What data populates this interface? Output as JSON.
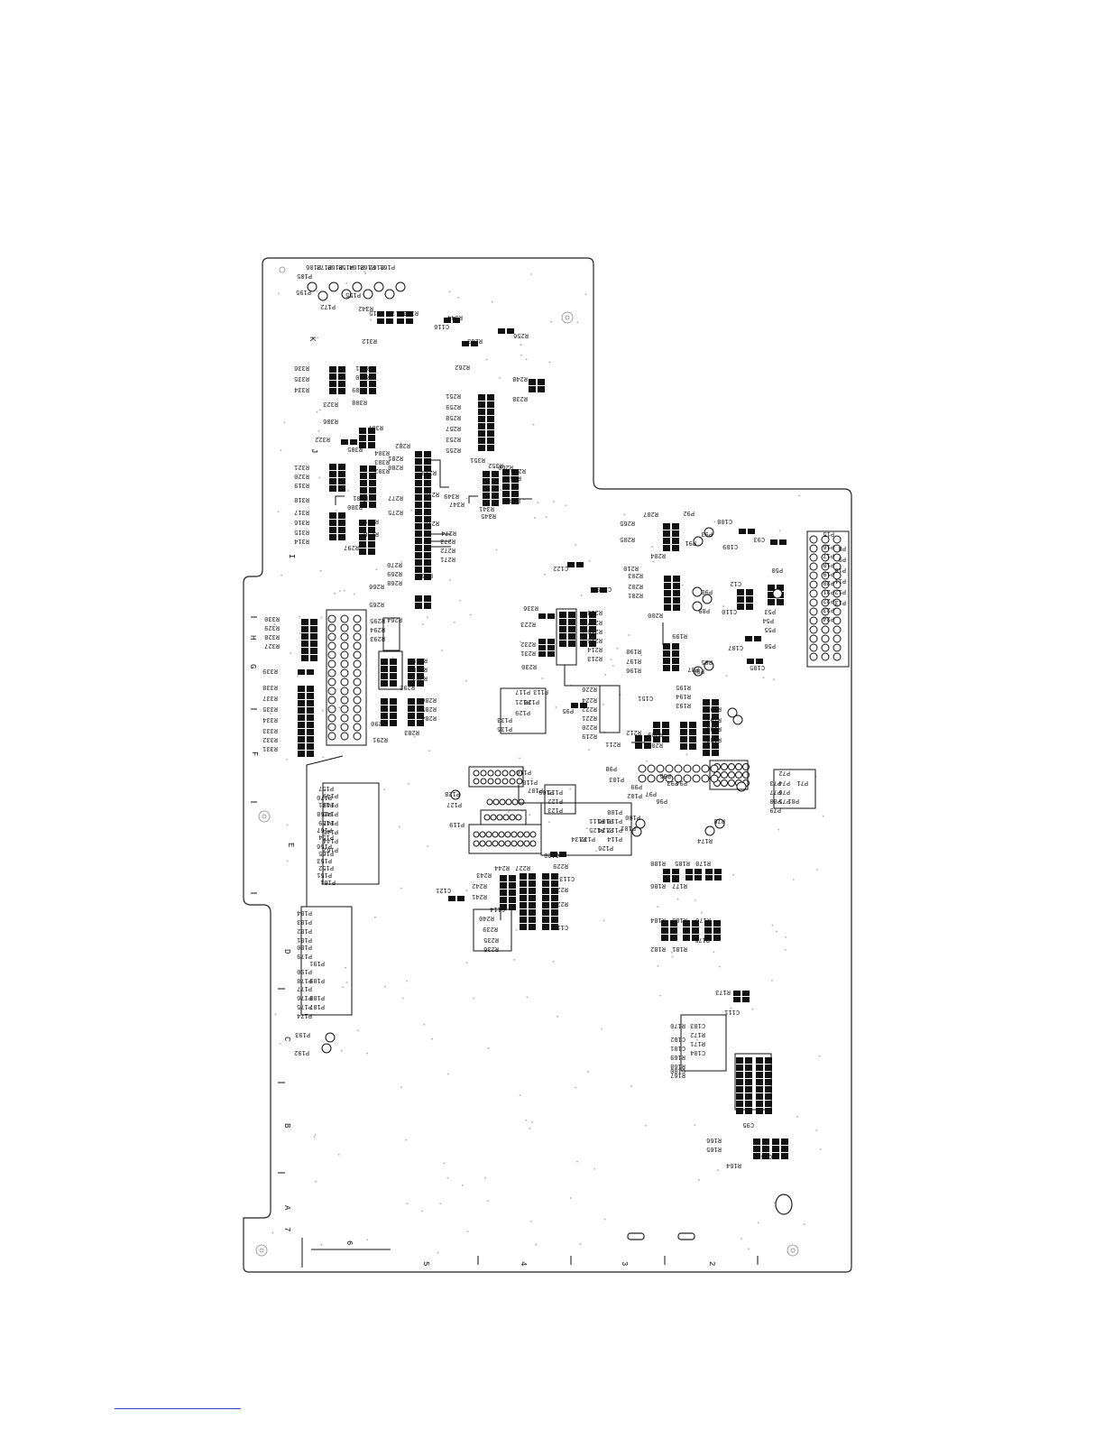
{
  "board": {
    "zone_letters": [
      "K",
      "J",
      "I",
      "H",
      "G",
      "F",
      "E",
      "D",
      "C",
      "B",
      "A"
    ],
    "zone_numbers": [
      "7",
      "6",
      "5",
      "4",
      "3",
      "2"
    ],
    "components": [
      {
        "ref": "P106"
      },
      {
        "ref": "P173"
      },
      {
        "ref": "P160"
      },
      {
        "ref": "P158"
      },
      {
        "ref": "P164"
      },
      {
        "ref": "P163"
      },
      {
        "ref": "P162"
      },
      {
        "ref": "P161"
      },
      {
        "ref": "P195"
      },
      {
        "ref": "P105"
      },
      {
        "ref": "P172"
      },
      {
        "ref": "P155"
      },
      {
        "ref": "R342"
      },
      {
        "ref": "C115"
      },
      {
        "ref": "C117"
      },
      {
        "ref": "R313"
      },
      {
        "ref": "R312"
      },
      {
        "ref": "R344"
      },
      {
        "ref": "C116"
      },
      {
        "ref": "R263"
      },
      {
        "ref": "R262"
      },
      {
        "ref": "R256"
      },
      {
        "ref": "R336"
      },
      {
        "ref": "R335"
      },
      {
        "ref": "R334"
      },
      {
        "ref": "R311"
      },
      {
        "ref": "R310"
      },
      {
        "ref": "R309"
      },
      {
        "ref": "R308"
      },
      {
        "ref": "R323"
      },
      {
        "ref": "R248"
      },
      {
        "ref": "R238"
      },
      {
        "ref": "R251"
      },
      {
        "ref": "R260"
      },
      {
        "ref": "R259"
      },
      {
        "ref": "R258"
      },
      {
        "ref": "R257"
      },
      {
        "ref": "R253"
      },
      {
        "ref": "R255"
      },
      {
        "ref": "R306"
      },
      {
        "ref": "R322"
      },
      {
        "ref": "R307"
      },
      {
        "ref": "R305"
      },
      {
        "ref": "R304"
      },
      {
        "ref": "R303"
      },
      {
        "ref": "R302"
      },
      {
        "ref": "R301"
      },
      {
        "ref": "R321"
      },
      {
        "ref": "R320"
      },
      {
        "ref": "R319"
      },
      {
        "ref": "R318"
      },
      {
        "ref": "R317"
      },
      {
        "ref": "R316"
      },
      {
        "ref": "R315"
      },
      {
        "ref": "R314"
      },
      {
        "ref": "R300"
      },
      {
        "ref": "R299"
      },
      {
        "ref": "R298"
      },
      {
        "ref": "R297"
      },
      {
        "ref": "R282"
      },
      {
        "ref": "R281"
      },
      {
        "ref": "R280"
      },
      {
        "ref": "R279"
      },
      {
        "ref": "R278"
      },
      {
        "ref": "R277"
      },
      {
        "ref": "R276"
      },
      {
        "ref": "R275"
      },
      {
        "ref": "R274"
      },
      {
        "ref": "R273"
      },
      {
        "ref": "R272"
      },
      {
        "ref": "R271"
      },
      {
        "ref": "R270"
      },
      {
        "ref": "R269"
      },
      {
        "ref": "R268"
      },
      {
        "ref": "R267"
      },
      {
        "ref": "R266"
      },
      {
        "ref": "R265"
      },
      {
        "ref": "R264"
      },
      {
        "ref": "R351"
      },
      {
        "ref": "R352"
      },
      {
        "ref": "R250"
      },
      {
        "ref": "R349"
      },
      {
        "ref": "R347"
      },
      {
        "ref": "R341"
      },
      {
        "ref": "R345"
      },
      {
        "ref": "R346"
      },
      {
        "ref": "R350"
      },
      {
        "ref": "R265"
      },
      {
        "ref": "R207"
      },
      {
        "ref": "P92"
      },
      {
        "ref": "P93"
      },
      {
        "ref": "P91"
      },
      {
        "ref": "C108"
      },
      {
        "ref": "C109"
      },
      {
        "ref": "C93"
      },
      {
        "ref": "R205"
      },
      {
        "ref": "R204"
      },
      {
        "ref": "R210"
      },
      {
        "ref": "C122"
      },
      {
        "ref": "C119"
      },
      {
        "ref": "R203"
      },
      {
        "ref": "R202"
      },
      {
        "ref": "R201"
      },
      {
        "ref": "R200"
      },
      {
        "ref": "P90"
      },
      {
        "ref": "P89"
      },
      {
        "ref": "C12"
      },
      {
        "ref": "C110"
      },
      {
        "ref": "P15"
      },
      {
        "ref": "P16"
      },
      {
        "ref": "P17"
      },
      {
        "ref": "P18"
      },
      {
        "ref": "P19"
      },
      {
        "ref": "P20"
      },
      {
        "ref": "P21"
      },
      {
        "ref": "P22"
      },
      {
        "ref": "P23"
      },
      {
        "ref": "P24"
      },
      {
        "ref": "P8"
      },
      {
        "ref": "P9"
      },
      {
        "ref": "P10"
      },
      {
        "ref": "P11"
      },
      {
        "ref": "P12"
      },
      {
        "ref": "P13"
      },
      {
        "ref": "P50"
      },
      {
        "ref": "P53"
      },
      {
        "ref": "P54"
      },
      {
        "ref": "P55"
      },
      {
        "ref": "P56"
      },
      {
        "ref": "C105"
      },
      {
        "ref": "C107"
      },
      {
        "ref": "R199"
      },
      {
        "ref": "R198"
      },
      {
        "ref": "R197"
      },
      {
        "ref": "R196"
      },
      {
        "ref": "P85"
      },
      {
        "ref": "P88"
      },
      {
        "ref": "P87"
      },
      {
        "ref": "R336"
      },
      {
        "ref": "R223"
      },
      {
        "ref": "R232"
      },
      {
        "ref": "R231"
      },
      {
        "ref": "R230"
      },
      {
        "ref": "R218"
      },
      {
        "ref": "R217"
      },
      {
        "ref": "R216"
      },
      {
        "ref": "R215"
      },
      {
        "ref": "R214"
      },
      {
        "ref": "R213"
      },
      {
        "ref": "R226"
      },
      {
        "ref": "R224"
      },
      {
        "ref": "R222"
      },
      {
        "ref": "R221"
      },
      {
        "ref": "R220"
      },
      {
        "ref": "R219"
      },
      {
        "ref": "R330"
      },
      {
        "ref": "R329"
      },
      {
        "ref": "R328"
      },
      {
        "ref": "R327"
      },
      {
        "ref": "R339"
      },
      {
        "ref": "R338"
      },
      {
        "ref": "R337"
      },
      {
        "ref": "R335"
      },
      {
        "ref": "R334"
      },
      {
        "ref": "R333"
      },
      {
        "ref": "R332"
      },
      {
        "ref": "R331"
      },
      {
        "ref": "R295"
      },
      {
        "ref": "R294"
      },
      {
        "ref": "R293"
      },
      {
        "ref": "R289"
      },
      {
        "ref": "R288"
      },
      {
        "ref": "R287"
      },
      {
        "ref": "R292"
      },
      {
        "ref": "R286"
      },
      {
        "ref": "R285"
      },
      {
        "ref": "R284"
      },
      {
        "ref": "R290"
      },
      {
        "ref": "R291"
      },
      {
        "ref": "R283"
      },
      {
        "ref": "P117"
      },
      {
        "ref": "P113"
      },
      {
        "ref": "P121"
      },
      {
        "ref": "P120"
      },
      {
        "ref": "P129"
      },
      {
        "ref": "P133"
      },
      {
        "ref": "P135"
      },
      {
        "ref": "P95"
      },
      {
        "ref": "C151"
      },
      {
        "ref": "R195"
      },
      {
        "ref": "R194"
      },
      {
        "ref": "R193"
      },
      {
        "ref": "R192"
      },
      {
        "ref": "R191"
      },
      {
        "ref": "R190"
      },
      {
        "ref": "R189"
      },
      {
        "ref": "R212"
      },
      {
        "ref": "R211"
      },
      {
        "ref": "R209"
      },
      {
        "ref": "R208"
      },
      {
        "ref": "P72"
      },
      {
        "ref": "P73"
      },
      {
        "ref": "P74"
      },
      {
        "ref": "P76"
      },
      {
        "ref": "P77"
      },
      {
        "ref": "P75"
      },
      {
        "ref": "P80"
      },
      {
        "ref": "P81"
      },
      {
        "ref": "P79"
      },
      {
        "ref": "P71"
      },
      {
        "ref": "P98"
      },
      {
        "ref": "P103"
      },
      {
        "ref": "P99"
      },
      {
        "ref": "P102"
      },
      {
        "ref": "P97"
      },
      {
        "ref": "P96"
      },
      {
        "ref": "P93"
      },
      {
        "ref": "P94"
      },
      {
        "ref": "P95"
      },
      {
        "ref": "P116"
      },
      {
        "ref": "P118"
      },
      {
        "ref": "P107"
      },
      {
        "ref": "P109"
      },
      {
        "ref": "P115"
      },
      {
        "ref": "P122"
      },
      {
        "ref": "P123"
      },
      {
        "ref": "P128"
      },
      {
        "ref": "P127"
      },
      {
        "ref": "P108"
      },
      {
        "ref": "P110"
      },
      {
        "ref": "P112"
      },
      {
        "ref": "P114"
      },
      {
        "ref": "P126"
      },
      {
        "ref": "P132"
      },
      {
        "ref": "P134"
      },
      {
        "ref": "P106"
      },
      {
        "ref": "P111"
      },
      {
        "ref": "P124"
      },
      {
        "ref": "P125"
      },
      {
        "ref": "P100"
      },
      {
        "ref": "P101"
      },
      {
        "ref": "P119"
      },
      {
        "ref": "C120"
      },
      {
        "ref": "P78"
      },
      {
        "ref": "R174"
      },
      {
        "ref": "P157"
      },
      {
        "ref": "P170"
      },
      {
        "ref": "P171"
      },
      {
        "ref": "P158"
      },
      {
        "ref": "P159"
      },
      {
        "ref": "P167"
      },
      {
        "ref": "P154"
      },
      {
        "ref": "P156"
      },
      {
        "ref": "P165"
      },
      {
        "ref": "P153"
      },
      {
        "ref": "P152"
      },
      {
        "ref": "P151"
      },
      {
        "ref": "P149"
      },
      {
        "ref": "P148"
      },
      {
        "ref": "P146"
      },
      {
        "ref": "P147"
      },
      {
        "ref": "P145"
      },
      {
        "ref": "P144"
      },
      {
        "ref": "P162"
      },
      {
        "ref": "P161"
      },
      {
        "ref": "R229"
      },
      {
        "ref": "C113"
      },
      {
        "ref": "R228"
      },
      {
        "ref": "R225"
      },
      {
        "ref": "C112"
      },
      {
        "ref": "R244"
      },
      {
        "ref": "R227"
      },
      {
        "ref": "R243"
      },
      {
        "ref": "R242"
      },
      {
        "ref": "R241"
      },
      {
        "ref": "C114"
      },
      {
        "ref": "R240"
      },
      {
        "ref": "R239"
      },
      {
        "ref": "R235"
      },
      {
        "ref": "R236"
      },
      {
        "ref": "C121"
      },
      {
        "ref": "R188"
      },
      {
        "ref": "R185"
      },
      {
        "ref": "R178"
      },
      {
        "ref": "R186"
      },
      {
        "ref": "R177"
      },
      {
        "ref": "R184"
      },
      {
        "ref": "R183"
      },
      {
        "ref": "R176"
      },
      {
        "ref": "R182"
      },
      {
        "ref": "R181"
      },
      {
        "ref": "R175"
      },
      {
        "ref": "R173"
      },
      {
        "ref": "C111"
      },
      {
        "ref": "P184"
      },
      {
        "ref": "P183"
      },
      {
        "ref": "P182"
      },
      {
        "ref": "P181"
      },
      {
        "ref": "P180"
      },
      {
        "ref": "P179"
      },
      {
        "ref": "P191"
      },
      {
        "ref": "P190"
      },
      {
        "ref": "P178"
      },
      {
        "ref": "P177"
      },
      {
        "ref": "P189"
      },
      {
        "ref": "P176"
      },
      {
        "ref": "P188"
      },
      {
        "ref": "P175"
      },
      {
        "ref": "P187"
      },
      {
        "ref": "P174"
      },
      {
        "ref": "P193"
      },
      {
        "ref": "P192"
      },
      {
        "ref": "C103"
      },
      {
        "ref": "R172"
      },
      {
        "ref": "R171"
      },
      {
        "ref": "C104"
      },
      {
        "ref": "R170"
      },
      {
        "ref": "C102"
      },
      {
        "ref": "C101"
      },
      {
        "ref": "R169"
      },
      {
        "ref": "R168"
      },
      {
        "ref": "C100"
      },
      {
        "ref": "R167"
      },
      {
        "ref": "C95"
      },
      {
        "ref": "R166"
      },
      {
        "ref": "R165"
      },
      {
        "ref": "C96"
      },
      {
        "ref": "R164"
      }
    ]
  }
}
